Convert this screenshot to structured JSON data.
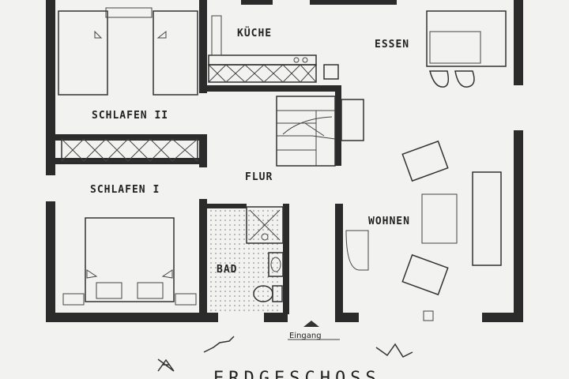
{
  "rooms": {
    "schlafen_ii": "SCHLAFEN II",
    "kueche": "KÜCHE",
    "essen": "ESSEN",
    "flur": "FLUR",
    "schlafen_i": "SCHLAFEN I",
    "wohnen": "WOHNEN",
    "bad": "BAD"
  },
  "entrance": "Eingang",
  "floor_title": "ERDGESCHOSS",
  "colors": {
    "wall": "#2b2b2b",
    "paper": "#f2f2f0",
    "ink": "#222222"
  }
}
